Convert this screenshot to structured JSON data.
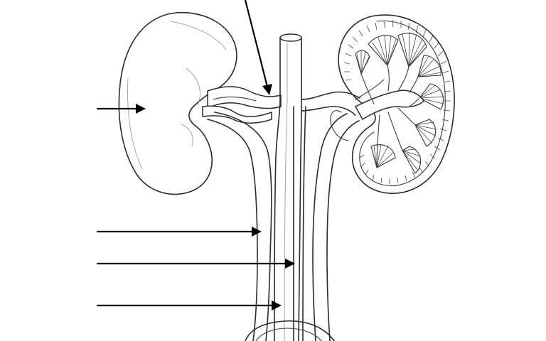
{
  "diagram": {
    "labels": [
      {
        "id": "arrow-left-kidney",
        "text": ""
      },
      {
        "id": "arrow-renal-vessel",
        "text": ""
      },
      {
        "id": "arrow-ureter",
        "text": ""
      },
      {
        "id": "arrow-aorta",
        "text": ""
      },
      {
        "id": "arrow-vena-cava",
        "text": ""
      }
    ]
  }
}
